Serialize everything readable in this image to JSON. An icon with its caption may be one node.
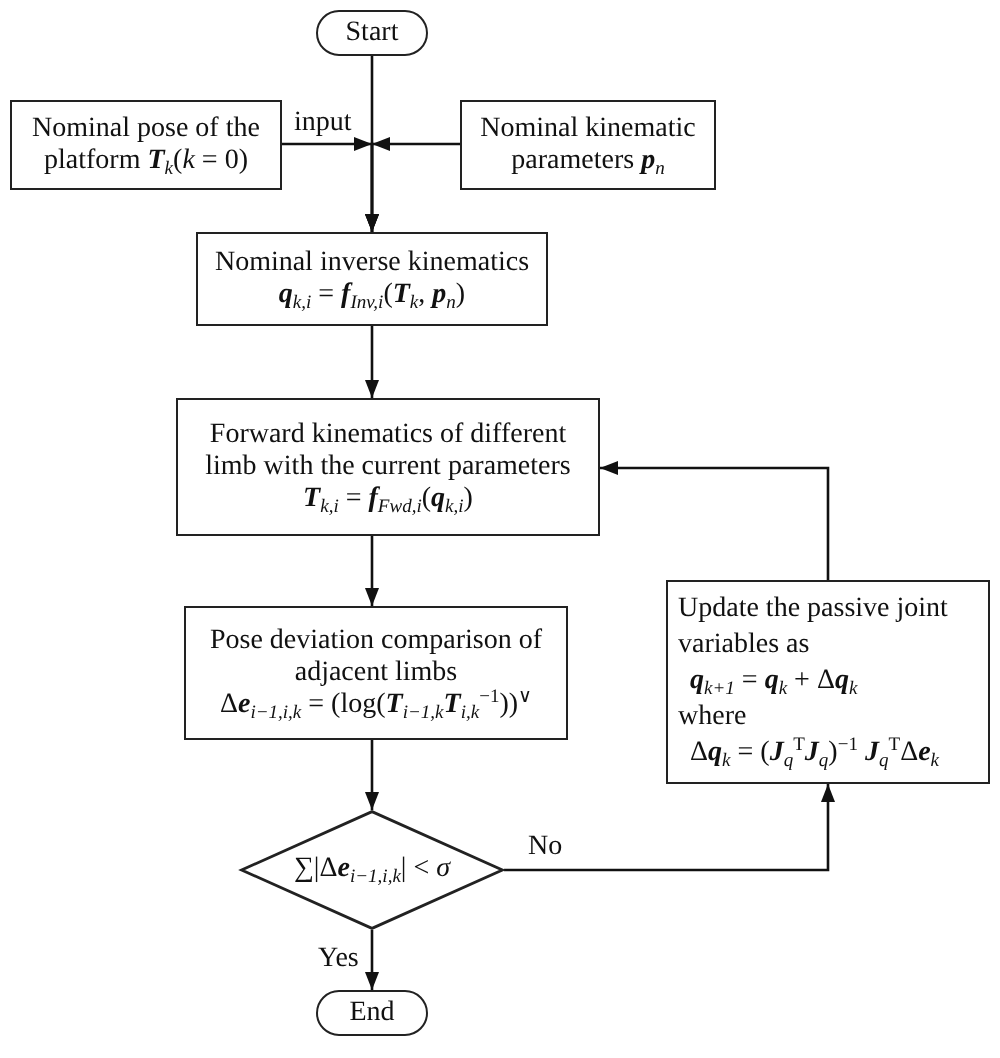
{
  "diagram": {
    "nodes": [
      {
        "text": [
          "Start"
        ]
      },
      {
        "text": [
          "Nominal pose of the platform **T**$_{k}$(*k* = 0)"
        ]
      },
      {
        "text": [
          "Nominal kinematic parameters **p**$_{n}$"
        ]
      },
      {
        "text": [
          "Nominal inverse kinematics",
          "**q**$_{k,i}$ = **f**$_{Inv,i}$(**T**$_{k}$, **p**$_{n}$)"
        ]
      },
      {
        "text": [
          "Forward kinematics of different limb with the current parameters",
          "**T**$_{k,i}$ = **f**$_{Fwd,i}$(**q**$_{k,i}$)"
        ]
      },
      {
        "text": [
          "Pose deviation comparison of adjacent limbs",
          "Δ**e**$_{i−1,i,k}$ = (log(**T**$_{i−1,k}$**T**$_{i,k}$$^{−1}$))$^{∨}$"
        ]
      },
      {
        "text": [
          "∑|Δ**e**$_{i−1,i,k}$| < *σ*"
        ]
      },
      {
        "text": [
          "End"
        ]
      },
      {
        "text": [
          "Update the passive joint variables as",
          "**q**$_{k+1}$ = **q**$_{k}$ + Δ**q**$_{k}$",
          "where",
          "Δ**q**$_{k}$ = (**J**$_{q}$$^{T}$**J**$_{q}$)$^{−1}$ **J**$_{q}$$^{T}$Δ**e**$_{k}$"
        ]
      }
    ],
    "edges": [
      {
        "from": 0,
        "to": 3,
        "arrow": "to"
      },
      {
        "from": 1,
        "to": 3,
        "arrow": "to",
        "label": "input"
      },
      {
        "from": 2,
        "to": 3,
        "arrow": "to"
      },
      {
        "from": 3,
        "to": 4,
        "arrow": "to"
      },
      {
        "from": 4,
        "to": 5,
        "arrow": "to"
      },
      {
        "from": 5,
        "to": 6,
        "arrow": "to"
      },
      {
        "from": 6,
        "to": 7,
        "arrow": "to",
        "label": "Yes"
      },
      {
        "from": 6,
        "to": 8,
        "arrow": "to",
        "label": "No"
      },
      {
        "from": 8,
        "to": 4,
        "arrow": "to"
      }
    ]
  }
}
